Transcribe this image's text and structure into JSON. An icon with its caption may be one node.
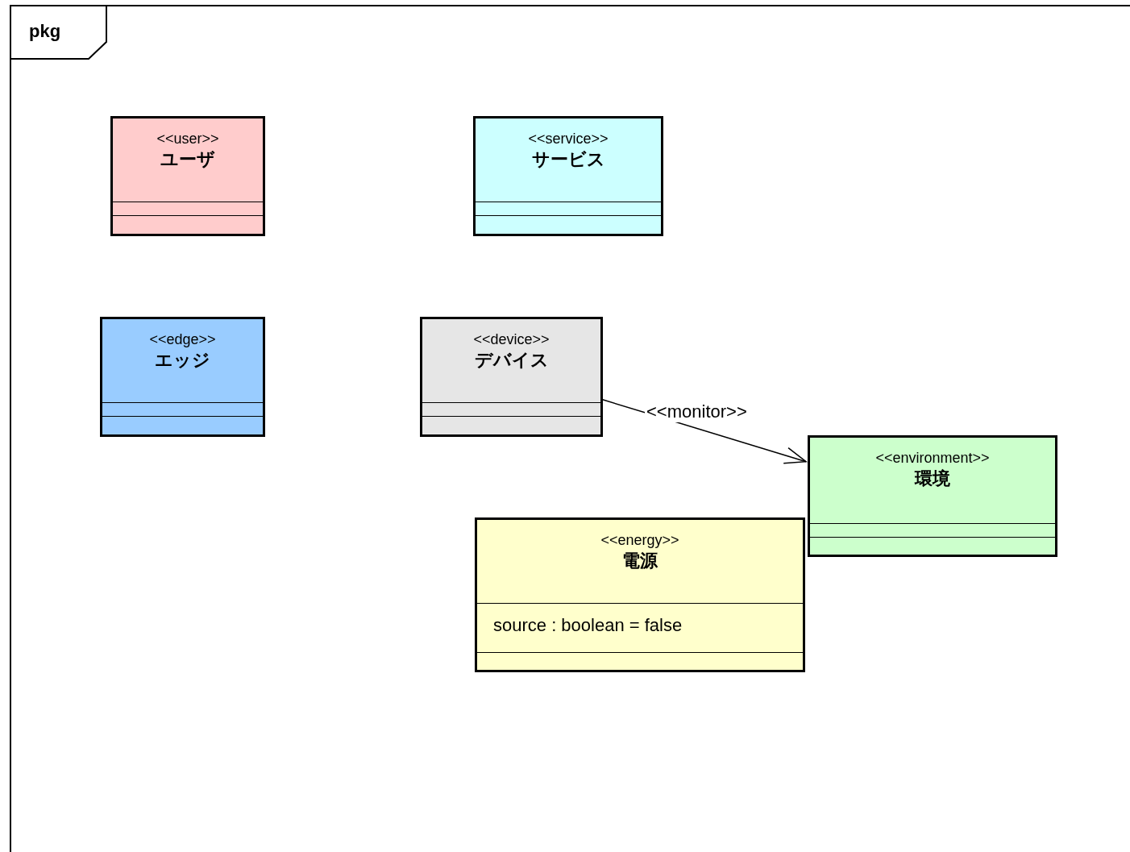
{
  "diagram": {
    "nodes": [
      {
        "text": [
          "pkg"
        ]
      },
      {
        "text": [
          "<<user>>",
          "ユーザ"
        ],
        "in": 0
      },
      {
        "text": [
          "<<service>>",
          "サービス"
        ],
        "in": 0
      },
      {
        "text": [
          "<<edge>>",
          "エッジ"
        ],
        "in": 0
      },
      {
        "text": [
          "<<device>>",
          "デバイス"
        ],
        "in": 0
      },
      {
        "text": [
          "<<environment>>",
          "環境"
        ],
        "in": 0
      },
      {
        "text": [
          "<<energy>>",
          "電源",
          "source : boolean = false"
        ],
        "in": 0
      }
    ],
    "edges": [
      {
        "from": 4,
        "to": 5,
        "arrow": "to",
        "label": "<<monitor>>"
      }
    ]
  }
}
